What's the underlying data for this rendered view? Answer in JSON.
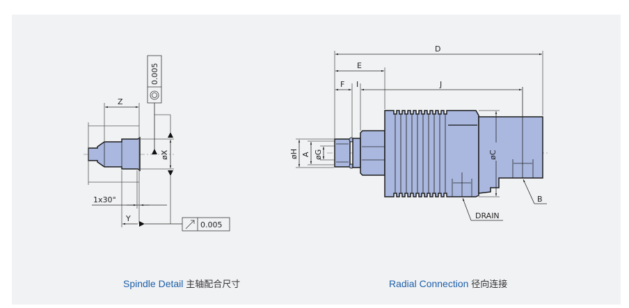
{
  "spindle_detail": {
    "caption_en": "Spindle Detail",
    "caption_zh": "主轴配合尺寸",
    "labels": {
      "z": "Z",
      "x": "øX",
      "y": "Y",
      "chamfer": "1x30°",
      "concentricity_tolerance": "0.005",
      "runout_tolerance": "0.005"
    },
    "icons": [
      "concentricity-icon",
      "circular-runout-icon"
    ]
  },
  "radial_connection": {
    "caption_en": "Radial Connection",
    "caption_zh": "径向连接",
    "labels": {
      "d": "D",
      "e": "E",
      "f": "F",
      "i": "I",
      "j": "J",
      "h": "øH",
      "a": "A",
      "g": "øG",
      "c": "øC",
      "b": "B",
      "drain": "DRAIN"
    }
  },
  "colors": {
    "panel_background": "#f1f2f4",
    "part_fill": "#aab8e0",
    "caption_blue": "#1d5fa8"
  }
}
